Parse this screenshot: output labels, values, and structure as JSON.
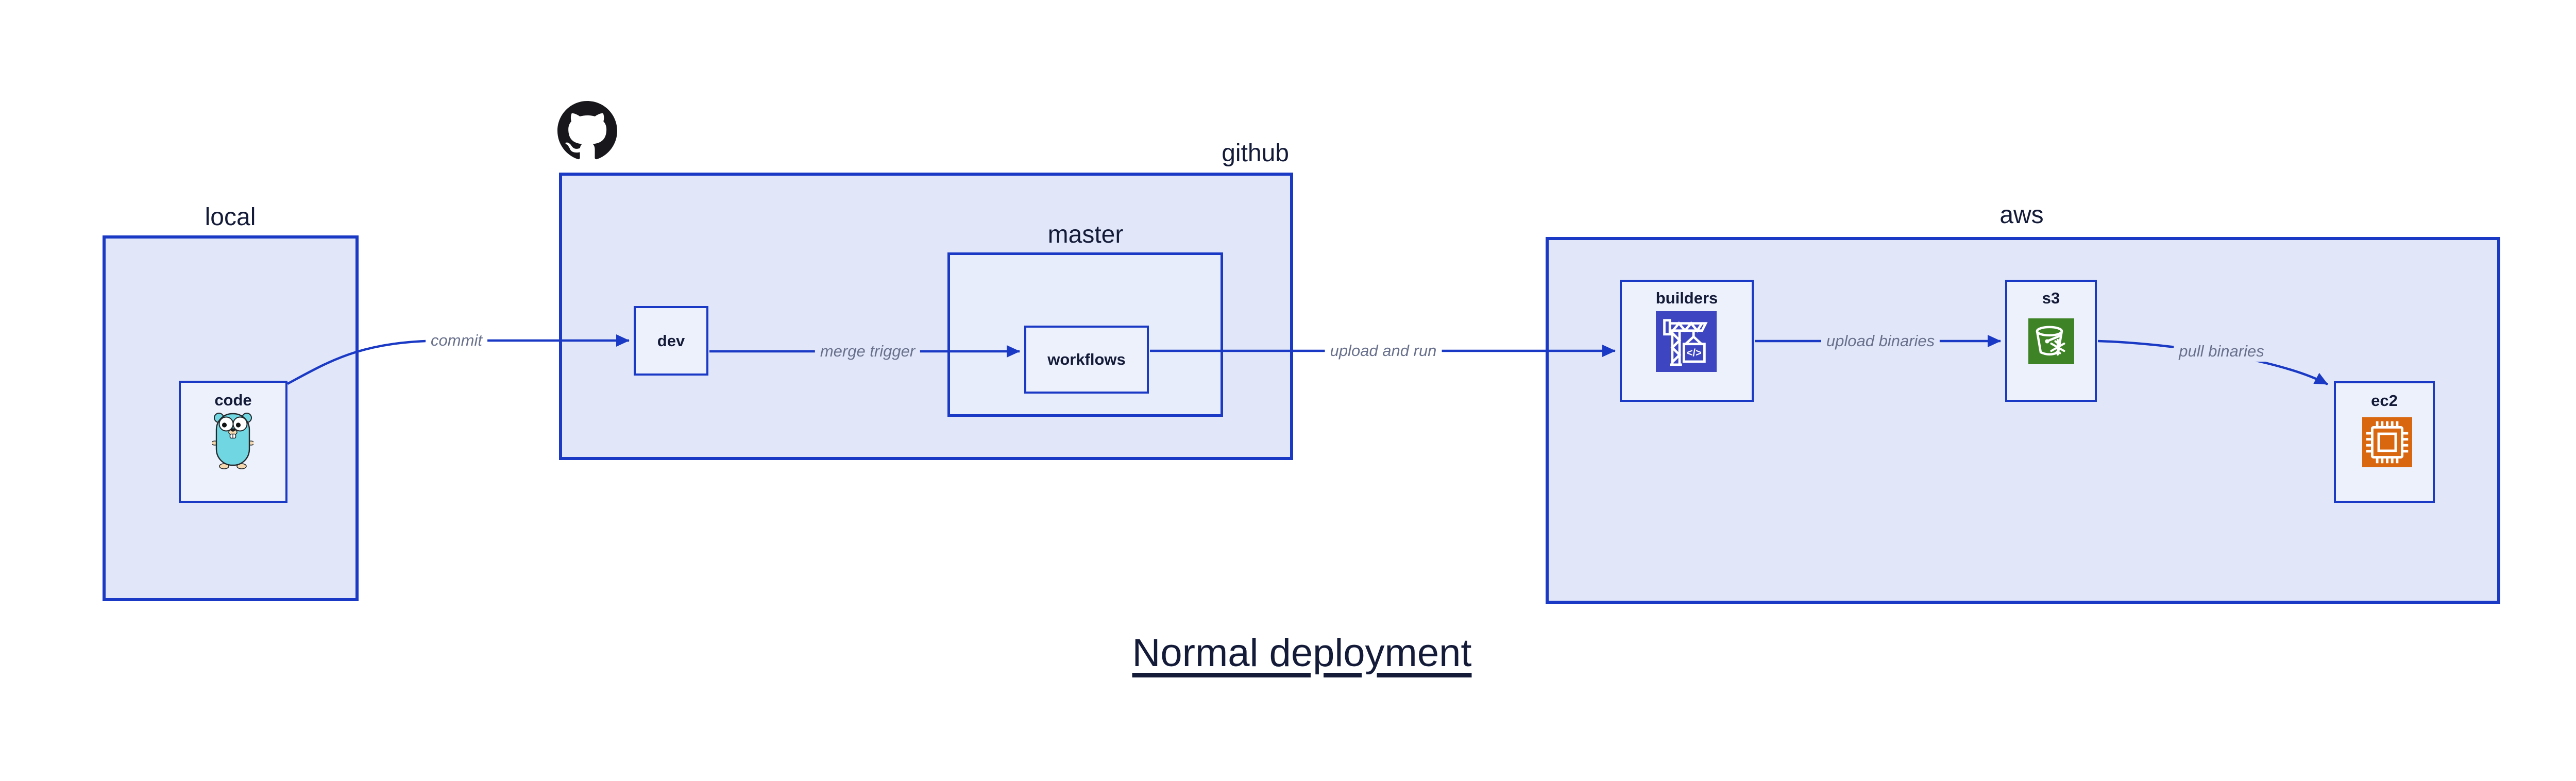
{
  "diagram": {
    "title": "Normal deployment",
    "groups": {
      "local": {
        "label": "local"
      },
      "github": {
        "label": "github"
      },
      "master": {
        "label": "master"
      },
      "aws": {
        "label": "aws"
      }
    },
    "nodes": {
      "code": {
        "label": "code",
        "icon": "go-gopher-icon"
      },
      "dev": {
        "label": "dev"
      },
      "workflows": {
        "label": "workflows"
      },
      "builders": {
        "label": "builders",
        "icon": "codebuild-crane-icon"
      },
      "s3": {
        "label": "s3",
        "icon": "s3-glacier-bucket-icon"
      },
      "ec2": {
        "label": "ec2",
        "icon": "ec2-chip-icon"
      }
    },
    "edges": [
      {
        "from": "code",
        "to": "dev",
        "label": "commit"
      },
      {
        "from": "dev",
        "to": "workflows",
        "label": "merge trigger"
      },
      {
        "from": "workflows",
        "to": "builders",
        "label": "upload and run"
      },
      {
        "from": "builders",
        "to": "s3",
        "label": "upload binaries"
      },
      {
        "from": "s3",
        "to": "ec2",
        "label": "pull binaries"
      }
    ],
    "colors": {
      "border_blue": "#1a39c4",
      "arrow_blue": "#1a39c4",
      "group_fill": "#e1e7f9",
      "master_fill": "#e8edfb",
      "node_fill": "#edf1fc",
      "title_text": "#141b38",
      "edge_label_text": "#68708c",
      "codebuild_purple": "#3d45c1",
      "s3_green": "#3e8427",
      "ec2_orange": "#d9670f",
      "github_black": "#18171c",
      "gopher_teal": "#70d7e2"
    }
  }
}
